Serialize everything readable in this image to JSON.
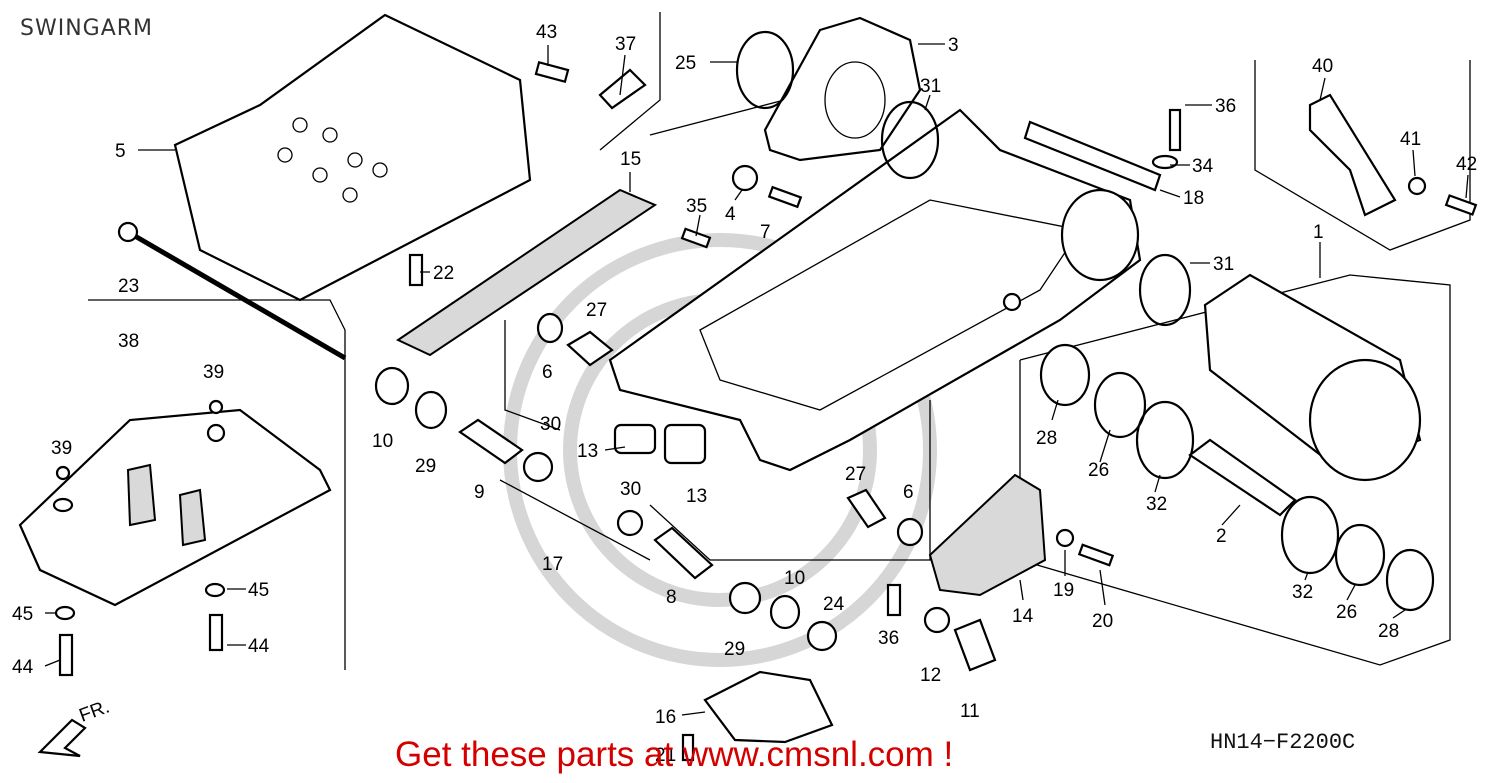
{
  "title": "SWINGARM",
  "diagram_code": "HN14−F2200C",
  "promo_text": "Get these parts at www.cmsnl.com !",
  "front_marker": "FR.",
  "callouts": [
    {
      "id": "c43",
      "text": "43"
    },
    {
      "id": "c37",
      "text": "37"
    },
    {
      "id": "c25",
      "text": "25"
    },
    {
      "id": "c3",
      "text": "3"
    },
    {
      "id": "c31a",
      "text": "31"
    },
    {
      "id": "c36a",
      "text": "36"
    },
    {
      "id": "c40",
      "text": "40"
    },
    {
      "id": "c5",
      "text": "5"
    },
    {
      "id": "c15",
      "text": "15"
    },
    {
      "id": "c35",
      "text": "35"
    },
    {
      "id": "c4",
      "text": "4"
    },
    {
      "id": "c7",
      "text": "7"
    },
    {
      "id": "c34",
      "text": "34"
    },
    {
      "id": "c18",
      "text": "18"
    },
    {
      "id": "c41",
      "text": "41"
    },
    {
      "id": "c42",
      "text": "42"
    },
    {
      "id": "c22",
      "text": "22"
    },
    {
      "id": "c23",
      "text": "23"
    },
    {
      "id": "c1",
      "text": "1"
    },
    {
      "id": "c31b",
      "text": "31"
    },
    {
      "id": "c27a",
      "text": "27"
    },
    {
      "id": "c38",
      "text": "38"
    },
    {
      "id": "c6a",
      "text": "6"
    },
    {
      "id": "c39a",
      "text": "39"
    },
    {
      "id": "c10a",
      "text": "10"
    },
    {
      "id": "c30a",
      "text": "30"
    },
    {
      "id": "c13a",
      "text": "13"
    },
    {
      "id": "c29a",
      "text": "29"
    },
    {
      "id": "c28a",
      "text": "28"
    },
    {
      "id": "c26a",
      "text": "26"
    },
    {
      "id": "c39b",
      "text": "39"
    },
    {
      "id": "c13b",
      "text": "13"
    },
    {
      "id": "c9",
      "text": "9"
    },
    {
      "id": "c32a",
      "text": "32"
    },
    {
      "id": "c27b",
      "text": "27"
    },
    {
      "id": "c6b",
      "text": "6"
    },
    {
      "id": "c30b",
      "text": "30"
    },
    {
      "id": "c2",
      "text": "2"
    },
    {
      "id": "c17",
      "text": "17"
    },
    {
      "id": "c10b",
      "text": "10"
    },
    {
      "id": "c8",
      "text": "8"
    },
    {
      "id": "c24",
      "text": "24"
    },
    {
      "id": "c45a",
      "text": "45"
    },
    {
      "id": "c45b",
      "text": "45"
    },
    {
      "id": "c14",
      "text": "14"
    },
    {
      "id": "c19",
      "text": "19"
    },
    {
      "id": "c20",
      "text": "20"
    },
    {
      "id": "c32b",
      "text": "32"
    },
    {
      "id": "c26b",
      "text": "26"
    },
    {
      "id": "c28b",
      "text": "28"
    },
    {
      "id": "c29b",
      "text": "29"
    },
    {
      "id": "c36b",
      "text": "36"
    },
    {
      "id": "c12",
      "text": "12"
    },
    {
      "id": "c44a",
      "text": "44"
    },
    {
      "id": "c44b",
      "text": "44"
    },
    {
      "id": "c11",
      "text": "11"
    },
    {
      "id": "c16",
      "text": "16"
    },
    {
      "id": "c21",
      "text": "21"
    }
  ]
}
